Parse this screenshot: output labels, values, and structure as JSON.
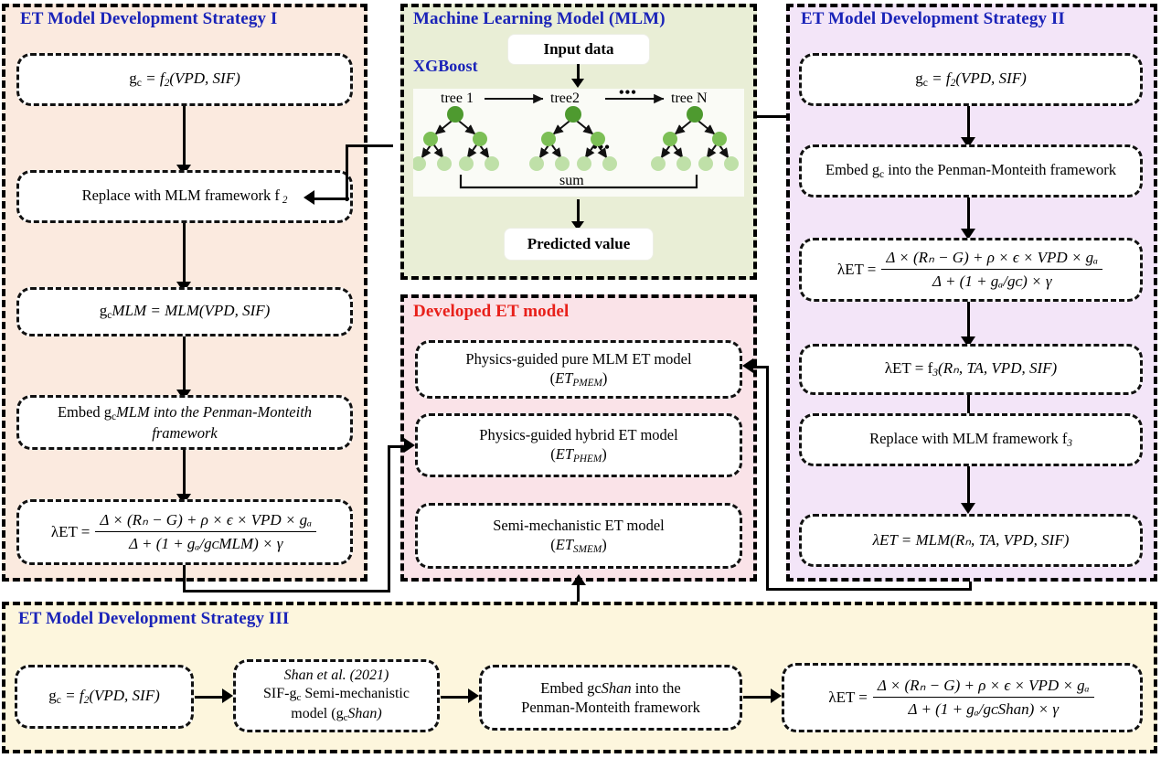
{
  "panels": {
    "strategy1": {
      "title": "ET Model Development Strategy I",
      "bg": "#fbeadf",
      "title_color": "#1a23b8"
    },
    "mlm": {
      "title": "Machine Learning Model (MLM)",
      "subtitle": "XGBoost",
      "bg": "#e9eed6",
      "title_color": "#1a23b8"
    },
    "developed": {
      "title": "Developed ET model",
      "bg": "#fae3e8",
      "title_color": "#e8201a"
    },
    "strategy2": {
      "title": "ET Model Development Strategy II",
      "bg": "#f3e5f8",
      "title_color": "#1a23b8"
    },
    "strategy3": {
      "title": "ET Model Development Strategy III",
      "bg": "#fdf6dd",
      "title_color": "#1a23b8"
    }
  },
  "strategy1": {
    "step1_gc": "g",
    "step1_sub": "c",
    "step1_rest": " = f",
    "step1_f_sub": "2",
    "step1_args": "(VPD, SIF)",
    "step2": "Replace with MLM framework f",
    "step2_sub": "2",
    "step3_a": "g",
    "step3_sub": "c",
    "step3_b": "MLM = MLM(VPD, SIF)",
    "step4_a": "Embed g",
    "step4_sub": "c",
    "step4_b": "MLM into the Penman-Monteith framework",
    "step5_lhs": "λET =",
    "step5_num": "Δ × (Rₙ − G) + ρ × ϵ × VPD × gₐ",
    "step5_den": "Δ + (1 + gₐ/gᴄMLM) × γ"
  },
  "mlm": {
    "input_label": "Input data",
    "output_label": "Predicted value",
    "tree1": "tree 1",
    "tree2": "tree2",
    "treeN": "tree N",
    "sum_label": "sum",
    "ellipsis_top": "•••",
    "ellipsis_mid": "•••",
    "node_dark": "#4e9a2f",
    "node_mid": "#7cbf56",
    "node_light": "#bfe0a8"
  },
  "developed": {
    "models": [
      {
        "name": "Physics-guided pure MLM ET model",
        "tag_pre": "ET",
        "tag_sub": "PMEM"
      },
      {
        "name": "Physics-guided hybrid ET model",
        "tag_pre": "ET",
        "tag_sub": "PHEM"
      },
      {
        "name": "Semi-mechanistic ET model",
        "tag_pre": "ET",
        "tag_sub": "SMEM"
      }
    ]
  },
  "strategy2": {
    "step1_gc": "g",
    "step1_sub": "c",
    "step1_rest": " = f",
    "step1_f_sub": "2",
    "step1_args": "(VPD, SIF)",
    "step2_a": "Embed g",
    "step2_sub": "c",
    "step2_b": "into the Penman-Monteith framework",
    "step3_lhs": "λET =",
    "step3_num": "Δ × (Rₙ − G) + ρ × ϵ × VPD × gₐ",
    "step3_den": "Δ + (1 + gₐ/gᴄ) × γ",
    "step4": "λET = f",
    "step4_sub": "3",
    "step4_args": "(Rₙ, TA, VPD, SIF)",
    "step5": "Replace with MLM framework f",
    "step5_sub": "3",
    "step6": "λET = MLM(Rₙ, TA, VPD, SIF)"
  },
  "strategy3": {
    "step1_gc": "g",
    "step1_sub": "c",
    "step1_rest": " = f",
    "step1_f_sub": "2",
    "step1_args": "(VPD, SIF)",
    "step2_l1": "Shan et al. (2021)",
    "step2_l2a": "SIF-g",
    "step2_sub": "c",
    "step2_l2b": " Semi-mechanistic",
    "step2_l3a": "model (g",
    "step2_l3sub": "c",
    "step2_l3b": "Shan)",
    "step3_l1a": "Embed gc",
    "step3_l1b": "Shan",
    "step3_l1c": " into the",
    "step3_l2": "Penman-Monteith framework",
    "step4_lhs": "λET =",
    "step4_num": "Δ × (Rₙ − G) + ρ × ϵ × VPD × gₐ",
    "step4_den": "Δ + (1 + gₐ/gᴄShan) × γ"
  }
}
